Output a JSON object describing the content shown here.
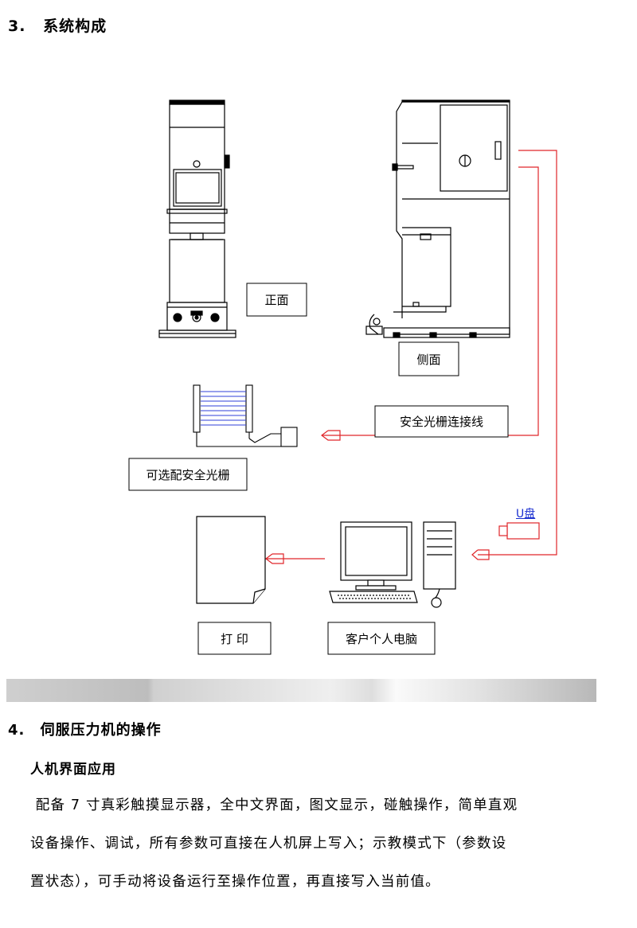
{
  "section3": {
    "number": "3.",
    "title": "系统构成"
  },
  "diagram": {
    "label_front": "正面",
    "label_side": "侧面",
    "label_cable": "安全光栅连接线",
    "label_light_curtain": "可选配安全光栅",
    "label_usb": "U盘",
    "label_print": "打 印",
    "label_pc": "客户个人电脑",
    "colors": {
      "line": "#e0262a",
      "usb": "#1a2fd0",
      "curtain": "#2f3fd8"
    }
  },
  "section4": {
    "number": "4.",
    "title": "伺服压力机的操作",
    "subtitle": "人机界面应用",
    "paragraph_lines": [
      " 配备 7 寸真彩触摸显示器，全中文界面，图文显示，碰触操作，简单直观",
      "设备操作、调试，所有参数可直接在人机屏上写入；示教模式下（参数设",
      "置状态），可手动将设备运行至操作位置，再直接写入当前值。"
    ]
  }
}
